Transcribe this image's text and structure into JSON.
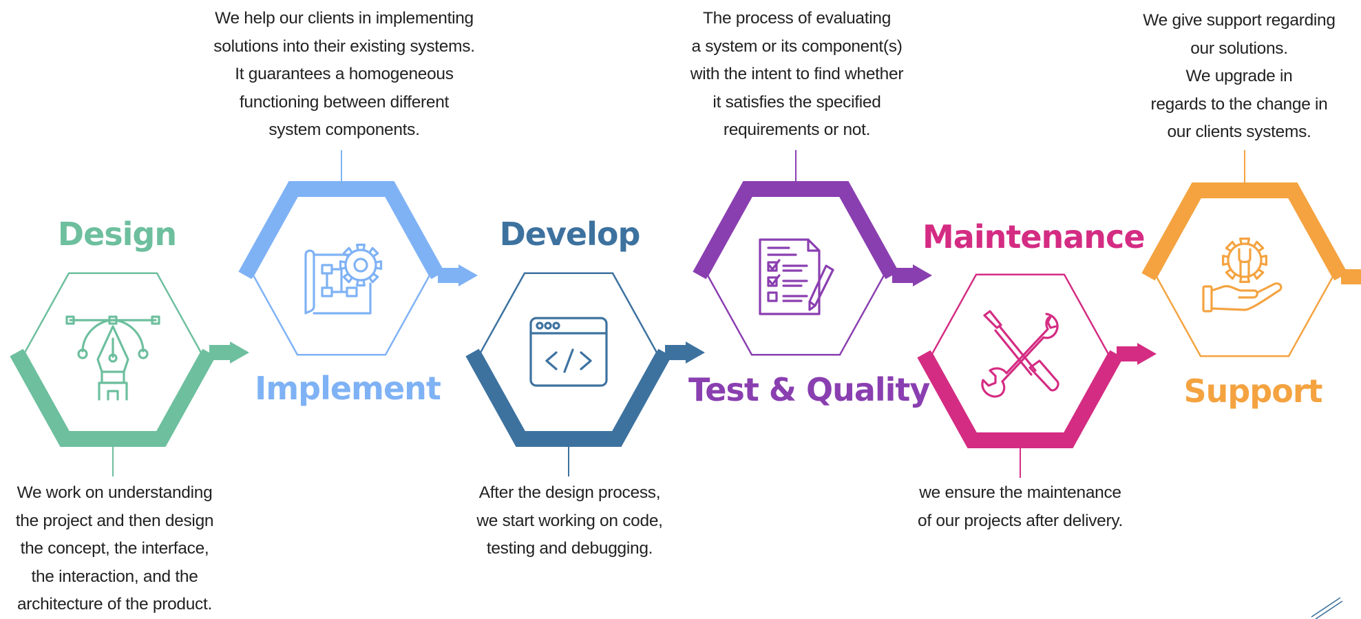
{
  "steps": [
    {
      "id": "design",
      "title": "Design",
      "color": "#6dbf9e",
      "icon": "pen-tool-icon",
      "description": "We work on understanding\nthe project and then design\nthe concept, the interface,\nthe interaction, and the\narchitecture of the product."
    },
    {
      "id": "implement",
      "title": "Implement",
      "color": "#7fb2f5",
      "icon": "blueprint-gear-icon",
      "description": "We help our clients in implementing\nsolutions into their existing systems.\nIt guarantees a homogeneous\nfunctioning between different\nsystem components."
    },
    {
      "id": "develop",
      "title": "Develop",
      "color": "#3d729f",
      "icon": "code-window-icon",
      "description": "After the design process,\nwe start working on code,\ntesting and debugging."
    },
    {
      "id": "test",
      "title": "Test & Quality",
      "color": "#8a3fb0",
      "icon": "checklist-icon",
      "description": "The process of evaluating\na system or its component(s)\nwith the intent to find whether\nit satisfies the specified\nrequirements or not."
    },
    {
      "id": "maintenance",
      "title": "Maintenance",
      "color": "#d42c83",
      "icon": "wrench-screwdriver-icon",
      "description": "we ensure the maintenance\nof our projects after delivery."
    },
    {
      "id": "support",
      "title": "Support",
      "color": "#f4a340",
      "icon": "hand-gear-icon",
      "description": "We give support regarding\nour solutions.\nWe upgrade in\nregards to the change in\nour clients systems."
    }
  ],
  "corner_mark_color": "#3d729f"
}
